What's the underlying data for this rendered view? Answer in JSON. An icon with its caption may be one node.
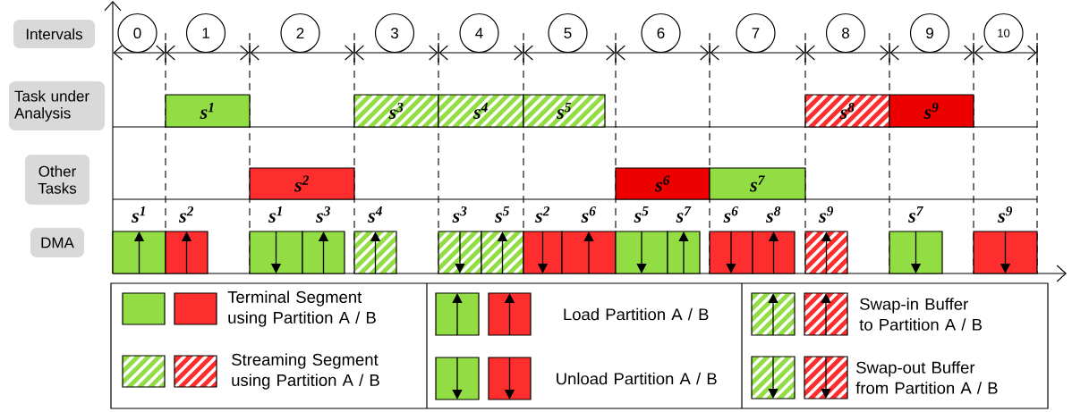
{
  "diagram": {
    "nodes": [
      {
        "text": [
          "Intervals"
        ]
      },
      {
        "text": [
          "0"
        ]
      },
      {
        "text": [
          "1"
        ]
      },
      {
        "text": [
          "2"
        ]
      },
      {
        "text": [
          "3"
        ]
      },
      {
        "text": [
          "4"
        ]
      },
      {
        "text": [
          "5"
        ]
      },
      {
        "text": [
          "6"
        ]
      },
      {
        "text": [
          "7"
        ]
      },
      {
        "text": [
          "8"
        ]
      },
      {
        "text": [
          "9"
        ]
      },
      {
        "text": [
          "10"
        ]
      },
      {
        "text": [
          "Task under Analysis"
        ]
      },
      {
        "text": [
          "s$^{1}$"
        ]
      },
      {
        "text": [
          "s$^{3}$"
        ]
      },
      {
        "text": [
          "s$^{4}$"
        ]
      },
      {
        "text": [
          "s$^{5}$"
        ]
      },
      {
        "text": [
          "s$^{8}$"
        ]
      },
      {
        "text": [
          "s$^{9}$"
        ]
      },
      {
        "text": [
          "Other Tasks"
        ]
      },
      {
        "text": [
          "s$^{2}$"
        ]
      },
      {
        "text": [
          "s$^{6}$"
        ]
      },
      {
        "text": [
          "s$^{7}$"
        ]
      },
      {
        "text": [
          "DMA"
        ]
      },
      {
        "text": [],
        "shape": "box",
        "beside": [
          "s$^{1}$"
        ]
      },
      {
        "text": [],
        "shape": "box",
        "beside": [
          "s$^{2}$"
        ]
      },
      {
        "text": [],
        "shape": "box",
        "beside": [
          "s$^{1}$"
        ]
      },
      {
        "text": [],
        "shape": "box",
        "beside": [
          "s$^{3}$"
        ]
      },
      {
        "text": [],
        "shape": "box",
        "beside": [
          "s$^{4}$"
        ]
      },
      {
        "text": [],
        "shape": "box",
        "beside": [
          "s$^{3}$"
        ]
      },
      {
        "text": [],
        "shape": "box",
        "beside": [
          "s$^{5}$"
        ]
      },
      {
        "text": [],
        "shape": "box",
        "beside": [
          "s$^{2}$"
        ]
      },
      {
        "text": [],
        "shape": "box",
        "beside": [
          "s$^{6}$"
        ]
      },
      {
        "text": [],
        "shape": "box",
        "beside": [
          "s$^{5}$"
        ]
      },
      {
        "text": [],
        "shape": "box",
        "beside": [
          "s$^{7}$"
        ]
      },
      {
        "text": [],
        "shape": "box",
        "beside": [
          "s$^{6}$"
        ]
      },
      {
        "text": [],
        "shape": "box",
        "beside": [
          "s$^{8}$"
        ]
      },
      {
        "text": [],
        "shape": "box",
        "beside": [
          "s$^{9}$"
        ]
      },
      {
        "text": [],
        "shape": "box",
        "beside": [
          "s$^{7}$"
        ]
      },
      {
        "text": [],
        "shape": "box",
        "beside": [
          "s$^{9}$"
        ]
      }
    ],
    "legend": [
      {
        "text": "Terminal Segment using Partition A / B"
      },
      {
        "text": "Streaming Segment using Partition A / B"
      },
      {
        "text": "Load Partition A / B"
      },
      {
        "text": "Unload Partition A / B"
      },
      {
        "text": "Swap-in Buffer to Partition A / B"
      },
      {
        "text": "Swap-out Buffer from Partition A / B"
      }
    ]
  }
}
